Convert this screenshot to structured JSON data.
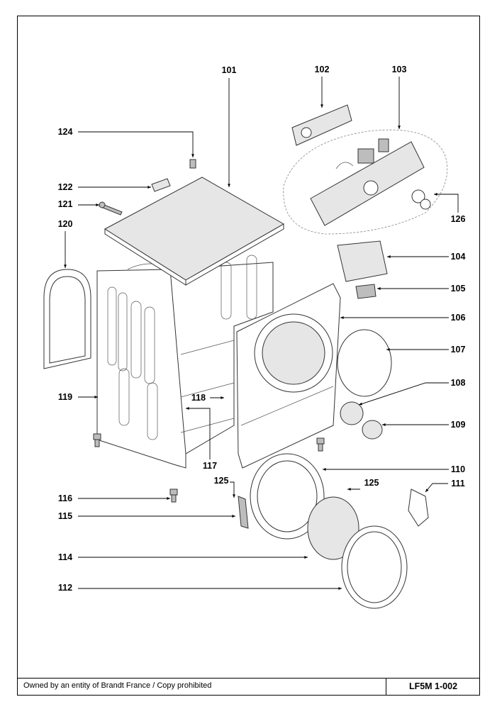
{
  "diagram": {
    "callouts": [
      {
        "id": "101",
        "label": "101"
      },
      {
        "id": "102",
        "label": "102"
      },
      {
        "id": "103",
        "label": "103"
      },
      {
        "id": "124",
        "label": "124"
      },
      {
        "id": "122",
        "label": "122"
      },
      {
        "id": "121",
        "label": "121"
      },
      {
        "id": "126",
        "label": "126"
      },
      {
        "id": "120",
        "label": "120"
      },
      {
        "id": "104",
        "label": "104"
      },
      {
        "id": "105",
        "label": "105"
      },
      {
        "id": "106",
        "label": "106"
      },
      {
        "id": "107",
        "label": "107"
      },
      {
        "id": "108",
        "label": "108"
      },
      {
        "id": "119",
        "label": "119"
      },
      {
        "id": "118",
        "label": "118"
      },
      {
        "id": "109",
        "label": "109"
      },
      {
        "id": "117",
        "label": "117"
      },
      {
        "id": "110",
        "label": "110"
      },
      {
        "id": "125a",
        "label": "125"
      },
      {
        "id": "125b",
        "label": "125"
      },
      {
        "id": "111",
        "label": "111"
      },
      {
        "id": "116",
        "label": "116"
      },
      {
        "id": "115",
        "label": "115"
      },
      {
        "id": "114",
        "label": "114"
      },
      {
        "id": "112",
        "label": "112"
      }
    ]
  },
  "footer": {
    "ownership_note": "Owned by an entity of Brandt France / Copy prohibited",
    "drawing_ref": "LF5M 1-002"
  }
}
